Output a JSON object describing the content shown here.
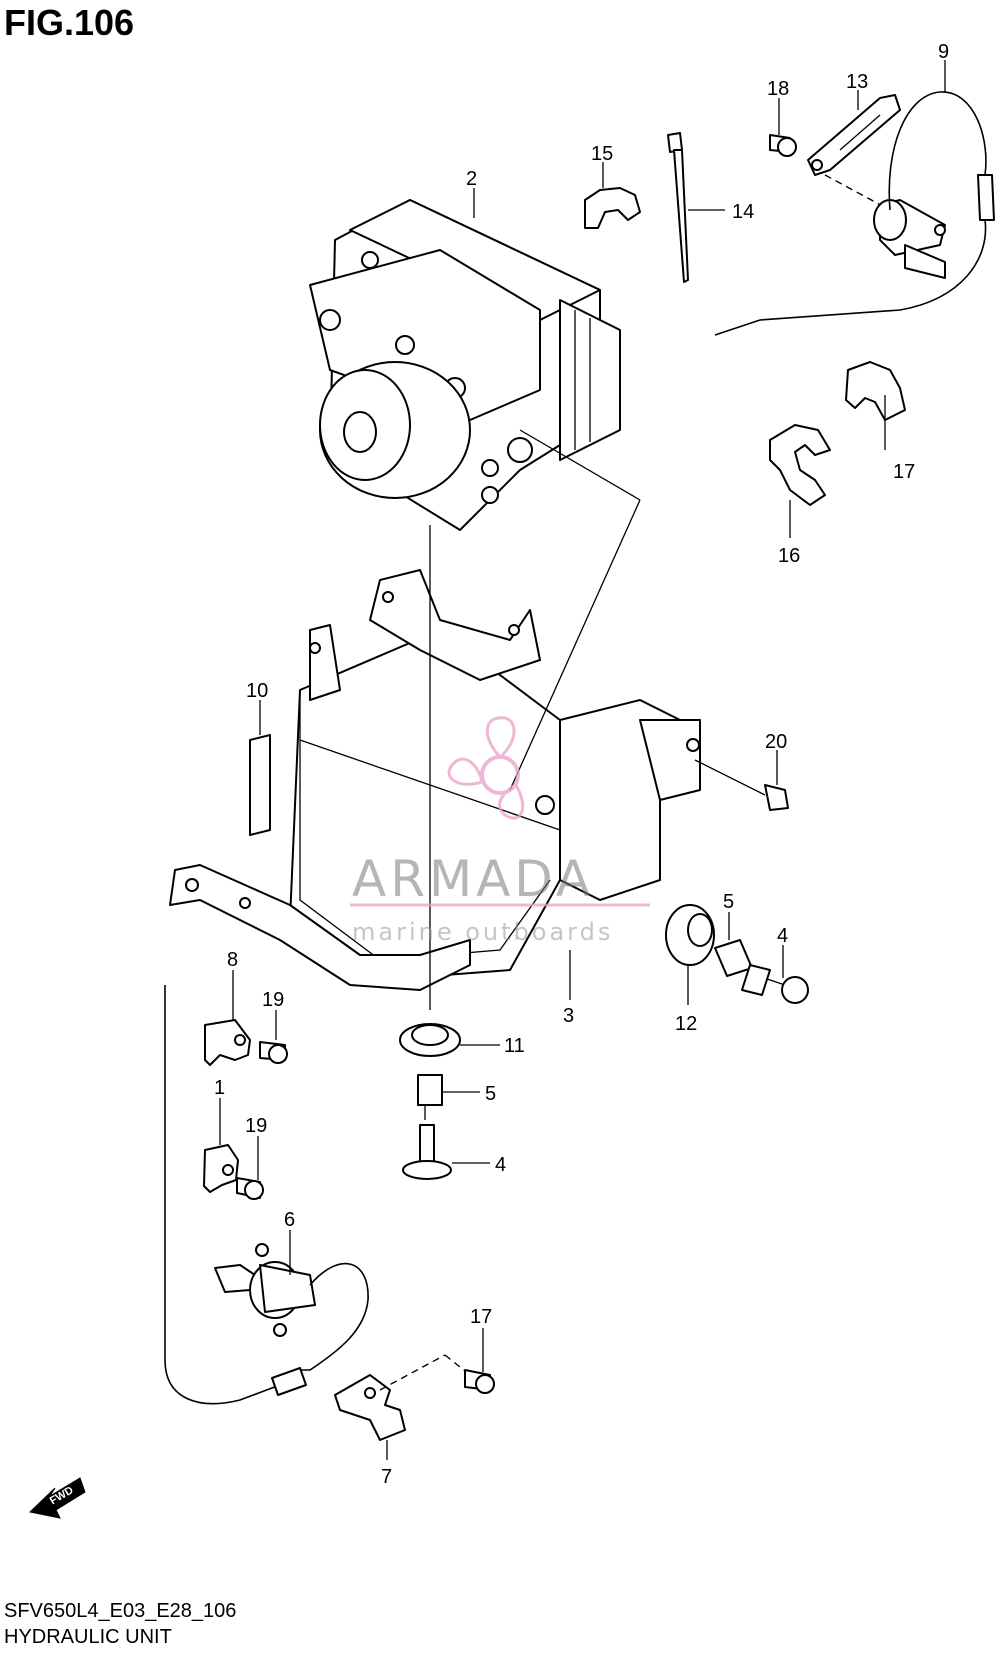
{
  "figure": {
    "title": "FIG.106",
    "footer_code": "SFV650L4_E03_E28_106",
    "footer_title": "HYDRAULIC UNIT",
    "fwd_label": "FWD"
  },
  "watermark": {
    "brand": "ARMADA",
    "subtitle": "marine outboards",
    "color": "#e8a0c8"
  },
  "callouts": [
    {
      "id": "c9",
      "label": "9"
    },
    {
      "id": "c18",
      "label": "18"
    },
    {
      "id": "c13",
      "label": "13"
    },
    {
      "id": "c15",
      "label": "15"
    },
    {
      "id": "c14",
      "label": "14"
    },
    {
      "id": "c2",
      "label": "2"
    },
    {
      "id": "c17a",
      "label": "17"
    },
    {
      "id": "c16",
      "label": "16"
    },
    {
      "id": "c10",
      "label": "10"
    },
    {
      "id": "c20",
      "label": "20"
    },
    {
      "id": "c5a",
      "label": "5"
    },
    {
      "id": "c4a",
      "label": "4"
    },
    {
      "id": "c12",
      "label": "12"
    },
    {
      "id": "c3",
      "label": "3"
    },
    {
      "id": "c8",
      "label": "8"
    },
    {
      "id": "c19a",
      "label": "19"
    },
    {
      "id": "c11",
      "label": "11"
    },
    {
      "id": "c5b",
      "label": "5"
    },
    {
      "id": "c1",
      "label": "1"
    },
    {
      "id": "c19b",
      "label": "19"
    },
    {
      "id": "c4b",
      "label": "4"
    },
    {
      "id": "c6",
      "label": "6"
    },
    {
      "id": "c17b",
      "label": "17"
    },
    {
      "id": "c7",
      "label": "7"
    }
  ]
}
